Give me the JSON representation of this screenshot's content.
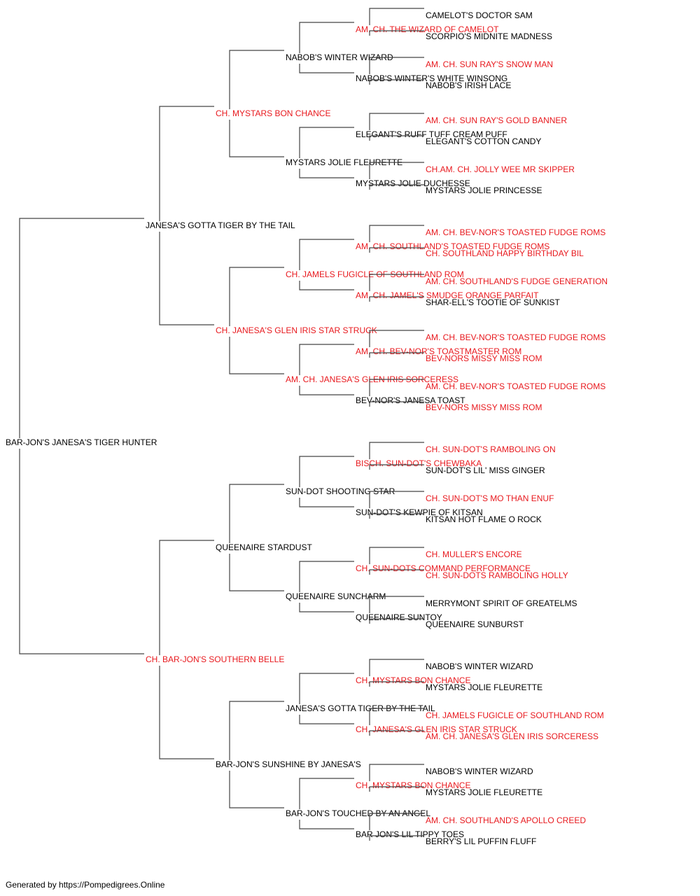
{
  "colors": {
    "titled": "#e8191e",
    "plain": "#000000",
    "line": "#444444"
  },
  "footer": "Generated by https://Pompedigrees.Online",
  "pedigree": {
    "name": "BAR-JON'S JANESA'S TIGER HUNTER",
    "titled": false,
    "sire": {
      "name": "JANESA'S GOTTA TIGER BY THE TAIL",
      "titled": false,
      "sire": {
        "name": "CH. MYSTARS BON CHANCE",
        "titled": true,
        "sire": {
          "name": "NABOB'S WINTER WIZARD",
          "titled": false,
          "sire": {
            "name": "AM. CH. THE WIZARD OF CAMELOT",
            "titled": true,
            "sire": {
              "name": "CAMELOT'S DOCTOR SAM",
              "titled": false
            },
            "dam": {
              "name": "SCORPIO'S MIDNITE MADNESS",
              "titled": false
            }
          },
          "dam": {
            "name": "NABOB'S WINTER'S WHITE WINSONG",
            "titled": false,
            "sire": {
              "name": "AM. CH. SUN RAY'S SNOW MAN",
              "titled": true
            },
            "dam": {
              "name": "NABOB'S IRISH LACE",
              "titled": false
            }
          }
        },
        "dam": {
          "name": "MYSTARS JOLIE FLEURETTE",
          "titled": false,
          "sire": {
            "name": "ELEGANT'S RUFF TUFF CREAM PUFF",
            "titled": false,
            "sire": {
              "name": "AM. CH. SUN RAY'S GOLD BANNER",
              "titled": true
            },
            "dam": {
              "name": "ELEGANT'S COTTON CANDY",
              "titled": false
            }
          },
          "dam": {
            "name": "MYSTARS JOLIE DUCHESSE",
            "titled": false,
            "sire": {
              "name": "CH.AM. CH. JOLLY WEE MR SKIPPER",
              "titled": true
            },
            "dam": {
              "name": "MYSTARS JOLIE PRINCESSE",
              "titled": false
            }
          }
        }
      },
      "dam": {
        "name": "CH. JANESA'S GLEN IRIS STAR STRUCK",
        "titled": true,
        "sire": {
          "name": "CH. JAMELS FUGICLE OF SOUTHLAND ROM",
          "titled": true,
          "sire": {
            "name": "AM. CH. SOUTHLAND'S TOASTED FUDGE ROMS",
            "titled": true,
            "sire": {
              "name": "AM. CH. BEV-NOR'S TOASTED FUDGE ROMS",
              "titled": true
            },
            "dam": {
              "name": "CH. SOUTHLAND HAPPY BIRTHDAY BIL",
              "titled": true
            }
          },
          "dam": {
            "name": "AM. CH. JAMEL'S SMUDGE ORANGE PARFAIT",
            "titled": true,
            "sire": {
              "name": "AM. CH. SOUTHLAND'S FUDGE GENERATION",
              "titled": true
            },
            "dam": {
              "name": "SHAR-ELL'S TOOTIE OF SUNKIST",
              "titled": false
            }
          }
        },
        "dam": {
          "name": "AM. CH. JANESA'S GLEN IRIS SORCERESS",
          "titled": true,
          "sire": {
            "name": "AM. CH. BEV-NOR'S TOASTMASTER ROM",
            "titled": true,
            "sire": {
              "name": "AM. CH. BEV-NOR'S TOASTED FUDGE ROMS",
              "titled": true
            },
            "dam": {
              "name": "BEV-NORS MISSY MISS ROM",
              "titled": true
            }
          },
          "dam": {
            "name": "BEV-NOR'S JANESA TOAST",
            "titled": false,
            "sire": {
              "name": "AM. CH. BEV-NOR'S TOASTED FUDGE ROMS",
              "titled": true
            },
            "dam": {
              "name": "BEV-NORS MISSY MISS ROM",
              "titled": true
            }
          }
        }
      }
    },
    "dam": {
      "name": "CH. BAR-JON'S SOUTHERN BELLE",
      "titled": true,
      "sire": {
        "name": "QUEENAIRE STARDUST",
        "titled": false,
        "sire": {
          "name": "SUN-DOT SHOOTING STAR",
          "titled": false,
          "sire": {
            "name": "BISCH. SUN-DOT'S CHEWBAKA",
            "titled": true,
            "sire": {
              "name": "CH. SUN-DOT'S RAMBOLING ON",
              "titled": true
            },
            "dam": {
              "name": "SUN-DOT'S LIL' MISS GINGER",
              "titled": false
            }
          },
          "dam": {
            "name": "SUN-DOT'S KEWPIE OF KITSAN",
            "titled": false,
            "sire": {
              "name": "CH. SUN-DOT'S MO THAN ENUF",
              "titled": true
            },
            "dam": {
              "name": "KITSAN HOT FLAME O ROCK",
              "titled": false
            }
          }
        },
        "dam": {
          "name": "QUEENAIRE SUNCHARM",
          "titled": false,
          "sire": {
            "name": "CH. SUN-DOTS COMMAND PERFORMANCE",
            "titled": true,
            "sire": {
              "name": "CH. MULLER'S ENCORE",
              "titled": true
            },
            "dam": {
              "name": "CH. SUN-DOTS RAMBOLING HOLLY",
              "titled": true
            }
          },
          "dam": {
            "name": "QUEENAIRE SUNTOY",
            "titled": false,
            "sire": {
              "name": "MERRYMONT SPIRIT OF GREATELMS",
              "titled": false
            },
            "dam": {
              "name": "QUEENAIRE SUNBURST",
              "titled": false
            }
          }
        }
      },
      "dam": {
        "name": "BAR-JON'S SUNSHINE BY JANESA'S",
        "titled": false,
        "sire": {
          "name": "JANESA'S GOTTA TIGER BY THE TAIL",
          "titled": false,
          "sire": {
            "name": "CH. MYSTARS BON CHANCE",
            "titled": true,
            "sire": {
              "name": "NABOB'S WINTER WIZARD",
              "titled": false
            },
            "dam": {
              "name": "MYSTARS JOLIE FLEURETTE",
              "titled": false
            }
          },
          "dam": {
            "name": "CH. JANESA'S GLEN IRIS STAR STRUCK",
            "titled": true,
            "sire": {
              "name": "CH. JAMELS FUGICLE OF SOUTHLAND ROM",
              "titled": true
            },
            "dam": {
              "name": "AM. CH. JANESA'S GLEN IRIS SORCERESS",
              "titled": true
            }
          }
        },
        "dam": {
          "name": "BAR-JON'S TOUCHED BY AN ANGEL",
          "titled": false,
          "sire": {
            "name": "CH. MYSTARS BON CHANCE",
            "titled": true,
            "sire": {
              "name": "NABOB'S WINTER WIZARD",
              "titled": false
            },
            "dam": {
              "name": "MYSTARS JOLIE FLEURETTE",
              "titled": false
            }
          },
          "dam": {
            "name": "BAR JON'S LIL TIPPY TOES",
            "titled": false,
            "sire": {
              "name": "AM. CH. SOUTHLAND'S APOLLO CREED",
              "titled": true
            },
            "dam": {
              "name": "BERRY'S LIL PUFFIN FLUFF",
              "titled": false
            }
          }
        }
      }
    }
  }
}
